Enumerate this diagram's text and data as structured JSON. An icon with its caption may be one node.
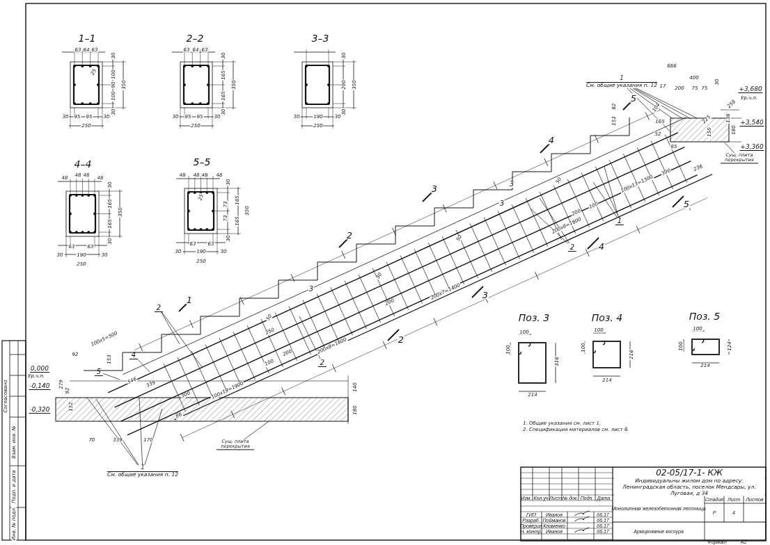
{
  "diagram": {
    "nodes": [
      {
        "text": [
          "1",
          "См. общие указания п. 12"
        ]
      },
      {
        "text": [
          "1",
          "См. общие указания п. 12"
        ]
      },
      {
        "text": [
          "Сущ. плита перекрытия"
        ]
      },
      {
        "text": [
          "Сущ. плита перекрытия"
        ]
      },
      {
        "text": [
          "2"
        ]
      },
      {
        "text": [
          "2"
        ]
      },
      {
        "text": [
          "2"
        ]
      },
      {
        "text": [
          "1"
        ]
      },
      {
        "text": [
          "4"
        ]
      },
      {
        "text": [
          "5"
        ]
      },
      {
        "text": [],
        "shape": "box"
      },
      {
        "text": [],
        "shape": "box"
      }
    ],
    "edges": [
      {
        "from": 0,
        "to": 10,
        "arrow": "none"
      },
      {
        "from": 0,
        "to": 10,
        "arrow": "none"
      },
      {
        "from": 0,
        "to": 10,
        "arrow": "none"
      },
      {
        "from": 0,
        "to": 10,
        "arrow": "none"
      },
      {
        "from": 0,
        "to": 10,
        "arrow": "none"
      },
      {
        "from": 1,
        "to": 11,
        "arrow": "none"
      },
      {
        "from": 1,
        "to": 11,
        "arrow": "none"
      },
      {
        "from": 1,
        "to": 11,
        "arrow": "none"
      },
      {
        "from": 1,
        "to": 11,
        "arrow": "none"
      },
      {
        "from": 2,
        "to": 10,
        "arrow": "none"
      },
      {
        "from": 3,
        "to": 11,
        "arrow": "none"
      },
      {
        "from": 4,
        "to": null,
        "arrow": "none"
      },
      {
        "from": 4,
        "to": null,
        "arrow": "none"
      },
      {
        "from": 5,
        "to": null,
        "arrow": "none"
      },
      {
        "from": 6,
        "to": null,
        "arrow": "none"
      },
      {
        "from": 6,
        "to": null,
        "arrow": "none"
      },
      {
        "from": 7,
        "to": null,
        "arrow": "none"
      },
      {
        "from": 7,
        "to": null,
        "arrow": "none"
      },
      {
        "from": 8,
        "to": null,
        "arrow": "none"
      },
      {
        "from": 9,
        "to": null,
        "arrow": "none"
      }
    ],
    "labels": [
      "1–1",
      "63",
      "64",
      "63",
      "30",
      "100",
      "90",
      "100",
      "350",
      "25",
      "30",
      "95",
      "95",
      "30",
      "30",
      "250",
      "2–2",
      "63",
      "64",
      "63",
      "30",
      "165",
      "165",
      "350",
      "30",
      "95",
      "95",
      "30",
      "30",
      "250",
      "3–3",
      "30",
      "290",
      "350",
      "30",
      "190",
      "30",
      "30",
      "250",
      "4–4",
      "48",
      "48",
      "48",
      "48",
      "30",
      "165",
      "165",
      "350",
      "30",
      "63",
      "63",
      "30",
      "190",
      "30",
      "250",
      "5–5",
      "48",
      "48",
      "48",
      "48",
      "30",
      "25",
      "73",
      "73",
      "165",
      "165",
      "350",
      "30",
      "63",
      "63",
      "30",
      "190",
      "30",
      "250",
      "1",
      "2",
      "3",
      "4",
      "5",
      "2",
      "3",
      "4",
      "5",
      "3",
      "3",
      "3",
      "100x5=500",
      "92",
      "153",
      "546",
      "339",
      "279",
      "92",
      "152",
      "300",
      "86",
      "70",
      "339",
      "170",
      "100x19=1900",
      "50",
      "250",
      "100",
      "200",
      "200x8=1600",
      "200",
      "50",
      "200x7=1400",
      "50",
      "200x8=1600",
      "50",
      "200",
      "100",
      "140",
      "180",
      "0,000",
      "Ур.ч.п.",
      "-0,140",
      "-0,320",
      "666",
      "400",
      "17",
      "200",
      "75",
      "75",
      "30",
      "+3,680",
      "Ур.ч.п.",
      "82",
      "153",
      "104",
      "165",
      "52",
      "225",
      "150",
      "258",
      "136",
      "180",
      "+3,540",
      "+3,360",
      "85",
      "300",
      "236",
      "100x13=1300",
      "Поз. 3",
      "100",
      "100",
      "316",
      "214",
      "Поз. 4",
      "100",
      "100",
      "216",
      "214",
      "Поз. 5",
      "100",
      "100",
      "124",
      "214",
      "1. Общие указания см. лист 1.",
      "2. Спецификация материалов см. лист 6.",
      "02-05/17-1- КЖ",
      "Индивидуальны жилом дом по адресу: Ленинградская область, поселок Мендсары, ул. Луговая, д 34",
      "Изм.",
      "Кол.уч",
      "Лист",
      "№ док.",
      "Подп.",
      "Дата",
      "Стадия",
      "Лист",
      "Листов",
      "Монолитная железобетонная лестница",
      "Р",
      "4",
      "ГИП",
      "Иванов",
      "06.17",
      "Разраб.",
      "Пойманов",
      "06.17",
      "Проверил",
      "Клименко",
      "06.17",
      "Н. контр.",
      "Иванов",
      "06.17",
      "Армирование косоура",
      "Формат",
      "А2",
      "Согласовано",
      "Взам. инв. №",
      "Подп. и дата",
      "Инв. № подл."
    ]
  }
}
